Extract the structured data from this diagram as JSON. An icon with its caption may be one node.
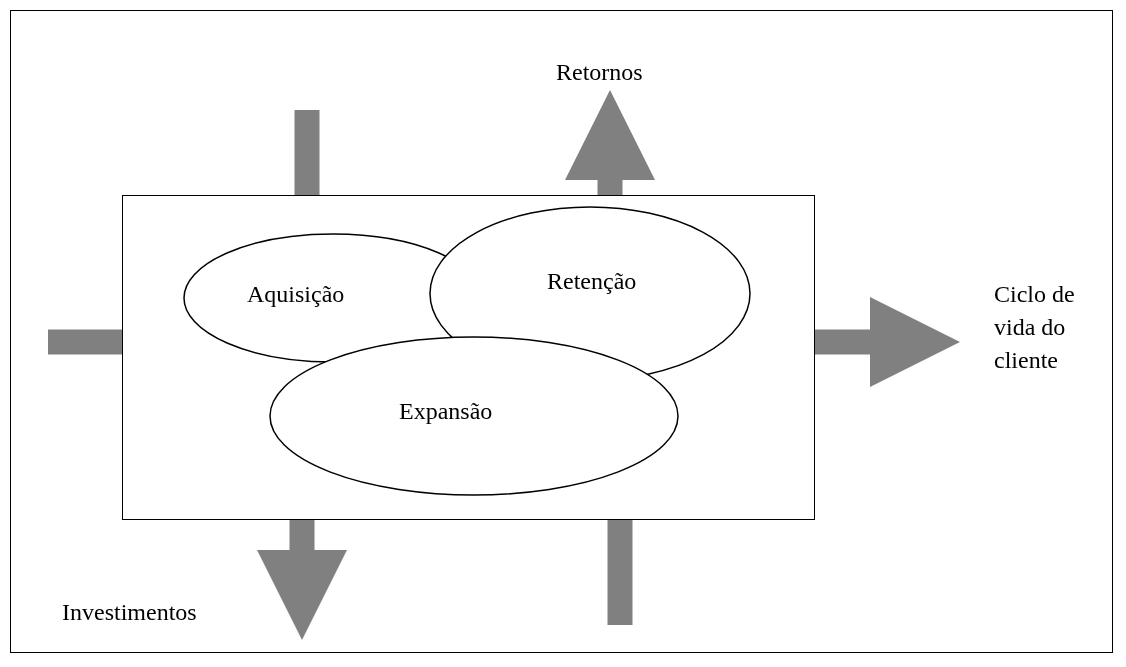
{
  "diagram": {
    "nodes": [
      {
        "text": [],
        "shape": "box"
      },
      {
        "text": [
          "Aquisição"
        ],
        "in": 0
      },
      {
        "text": [
          "Retenção"
        ],
        "in": 0
      },
      {
        "text": [
          "Expansão"
        ],
        "in": 0
      },
      {
        "text": [
          "Retornos"
        ]
      },
      {
        "text": [
          "Ciclo de vida do cliente"
        ]
      },
      {
        "text": [
          "Investimentos"
        ]
      }
    ],
    "edges": [
      {
        "from": null,
        "to": 0,
        "arrow": "none"
      },
      {
        "from": 0,
        "to": 4,
        "arrow": "to"
      },
      {
        "from": null,
        "to": 0,
        "arrow": "none"
      },
      {
        "from": 0,
        "to": 5,
        "arrow": "to"
      },
      {
        "from": 0,
        "to": 6,
        "arrow": "to"
      },
      {
        "from": 0,
        "to": null,
        "arrow": "none"
      }
    ]
  }
}
